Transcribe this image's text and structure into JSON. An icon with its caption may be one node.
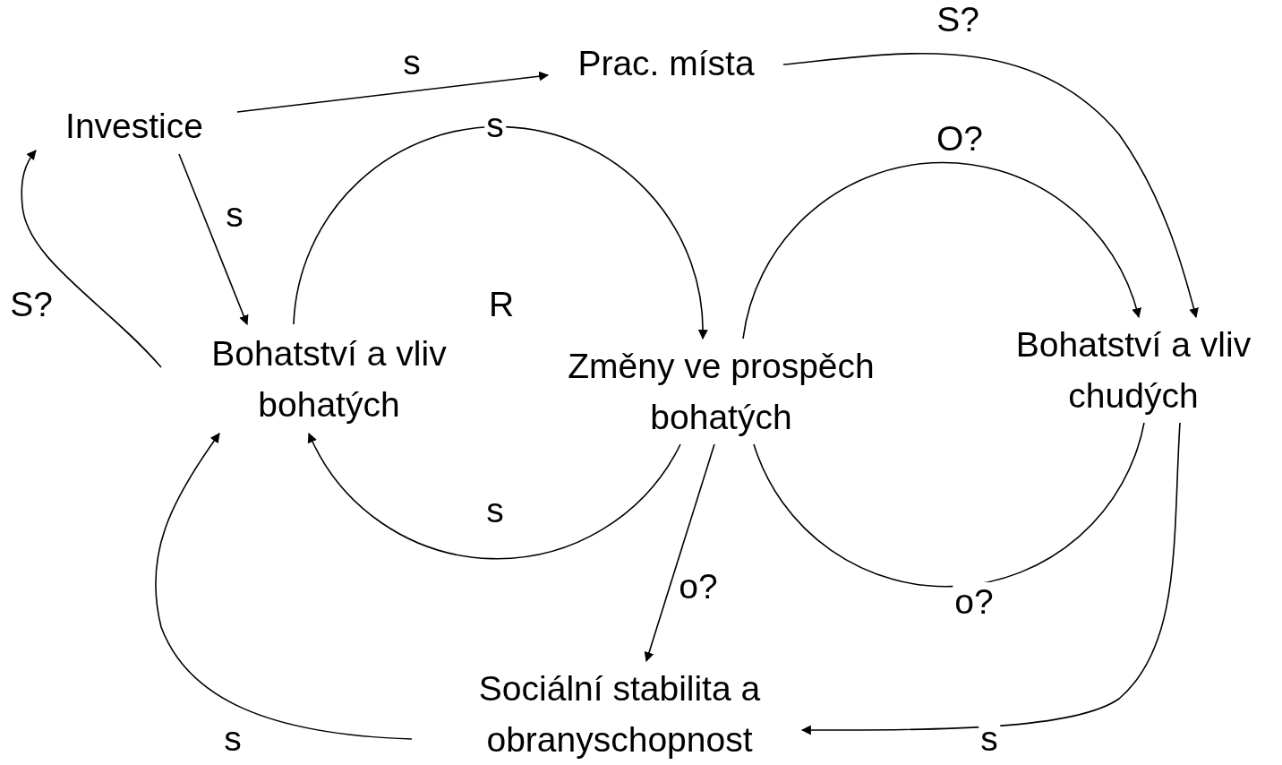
{
  "diagram": {
    "nodes": [
      {
        "text": [
          "Investice"
        ]
      },
      {
        "text": [
          "Prac. místa"
        ]
      },
      {
        "text": [
          "Bohatství a vliv bohatých"
        ]
      },
      {
        "text": [
          "Změny ve prospěch bohatých"
        ]
      },
      {
        "text": [
          "Bohatství a vliv chudých"
        ]
      },
      {
        "text": [
          "Sociální stabilita a obranyschopnost"
        ]
      }
    ],
    "edges": [
      {
        "from": 0,
        "to": 1,
        "arrow": "to",
        "label": "s"
      },
      {
        "from": 1,
        "to": 4,
        "arrow": "to",
        "label": "S?"
      },
      {
        "from": 0,
        "to": 2,
        "arrow": "to",
        "label": "s"
      },
      {
        "from": 2,
        "to": 0,
        "arrow": "to",
        "label": "S?"
      },
      {
        "from": 2,
        "to": 3,
        "arrow": "to",
        "label": "s"
      },
      {
        "from": 3,
        "to": 2,
        "arrow": "to",
        "label": "s"
      },
      {
        "from": 3,
        "to": 4,
        "arrow": "to",
        "label": "O?"
      },
      {
        "from": 4,
        "to": 3,
        "arrow": "none",
        "label": "o?"
      },
      {
        "from": 3,
        "to": 5,
        "arrow": "to",
        "label": "o?"
      },
      {
        "from": 4,
        "to": 5,
        "arrow": "to",
        "label": "s"
      },
      {
        "from": 5,
        "to": 2,
        "arrow": "to",
        "label": "s"
      }
    ],
    "labels": [
      "R"
    ]
  }
}
